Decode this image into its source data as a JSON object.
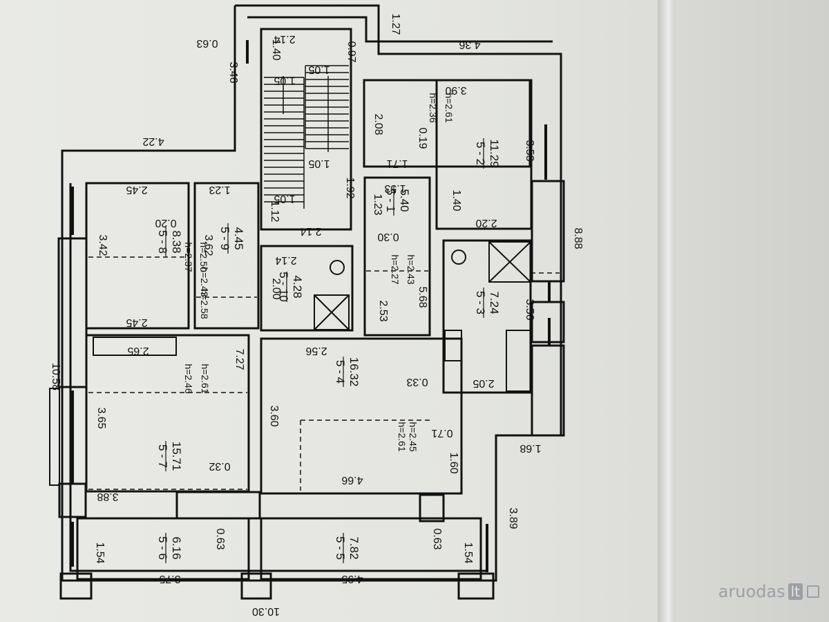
{
  "plan": {
    "rooms": [
      {
        "id": "5 - 1",
        "area": "5.40"
      },
      {
        "id": "5 - 2",
        "area": "11.29"
      },
      {
        "id": "5 - 3",
        "area": "7.24"
      },
      {
        "id": "5 - 4",
        "area": "16.32"
      },
      {
        "id": "5 - 5",
        "area": "7.82"
      },
      {
        "id": "5 - 6",
        "area": "6.16"
      },
      {
        "id": "5 - 7",
        "area": "15.71"
      },
      {
        "id": "5 - 8",
        "area": "8.38"
      },
      {
        "id": "5 - 9",
        "area": "4.45"
      },
      {
        "id": "5 - 10",
        "area": "4.28"
      }
    ],
    "heights": [
      "h=2.36",
      "h=2.61",
      "h=2.27",
      "h=2.43",
      "h=2.61",
      "h=2.45",
      "h=2.37",
      "h=2.50",
      "h=2.43",
      "h=2.58",
      "h=2.46",
      "h=2.61"
    ],
    "dimensions": [
      "0.63",
      "2.14",
      "1.27",
      "4.36",
      "1.40",
      "0.97",
      "3.46",
      "1.05",
      "1.05",
      "1.05",
      "1.05",
      "4.22",
      "3.90",
      "2.08",
      "0.19",
      "1.71",
      "3.53",
      "2.45",
      "1.23",
      "1.12",
      "1.92",
      "1.53",
      "1.23",
      "0.20",
      "3.42",
      "3.62",
      "2.14",
      "0.30",
      "1.40",
      "2.20",
      "8.88",
      "2.14",
      "2.00",
      "2.53",
      "5.68",
      "3.56",
      "2.45",
      "2.65",
      "7.27",
      "2.56",
      "0.33",
      "2.05",
      "10.58",
      "3.65",
      "3.60",
      "0.71",
      "1.68",
      "0.32",
      "1.60",
      "3.88",
      "4.66",
      "3.89",
      "0.63",
      "0.63",
      "1.54",
      "1.54",
      "3.75",
      "4.95",
      "10.30"
    ]
  },
  "logo": {
    "name": "aruodas",
    "suffix": "lt"
  }
}
